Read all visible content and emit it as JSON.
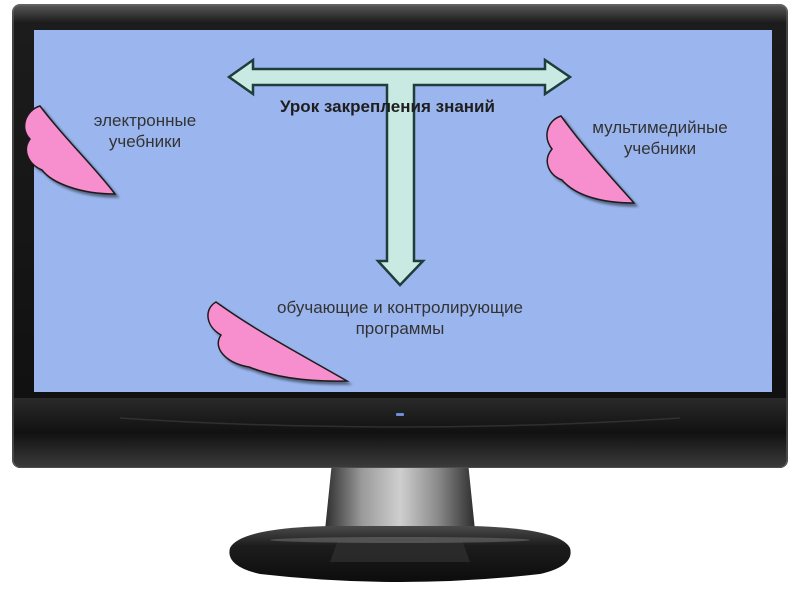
{
  "diagram": {
    "title": "Урок закрепления знаний",
    "nodes": [
      {
        "id": "left",
        "lines": [
          "электронные",
          "учебники"
        ]
      },
      {
        "id": "right",
        "lines": [
          "мультимедийные",
          "учебники"
        ]
      },
      {
        "id": "bottom",
        "lines": [
          "обучающие и контролирующие",
          "программы"
        ]
      }
    ]
  },
  "colors": {
    "screen": "#9bb6ef",
    "arrow_fill": "#c9eae2",
    "arrow_stroke": "#1f3d3a",
    "petal_fill": "#f78fcf",
    "bezel": "#141414"
  }
}
